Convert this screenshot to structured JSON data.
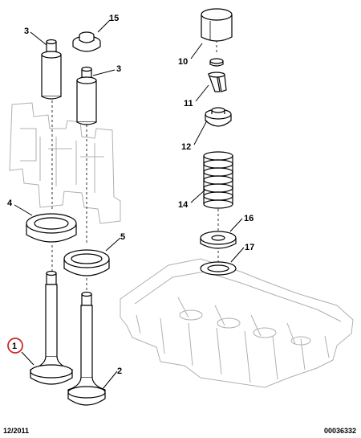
{
  "callouts": {
    "c1": "1",
    "c2": "2",
    "c3a": "3",
    "c3b": "3",
    "c4": "4",
    "c5": "5",
    "c10": "10",
    "c11": "11",
    "c12": "12",
    "c14": "14",
    "c15": "15",
    "c16": "16",
    "c17": "17"
  },
  "footer": {
    "date": "12/2011",
    "reference": "00036332"
  },
  "colors": {
    "line": "#000000",
    "ghost": "#b0b0b0",
    "highlight": "#cc2a2a"
  }
}
